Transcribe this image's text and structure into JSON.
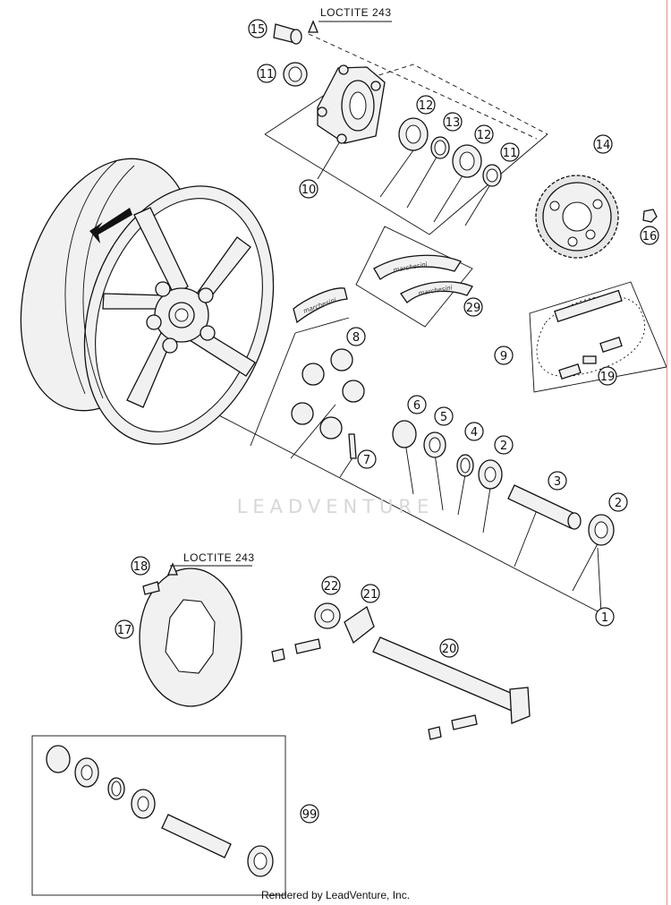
{
  "loctite": {
    "upper": "LOCTITE 243",
    "lower": "LOCTITE 243"
  },
  "callouts": [
    "15",
    "11",
    "10",
    "12",
    "13",
    "12",
    "11",
    "14",
    "16",
    "29",
    "9",
    "19",
    "8",
    "7",
    "6",
    "5",
    "4",
    "2",
    "3",
    "2",
    "1",
    "18",
    "17",
    "22",
    "21",
    "20",
    "99"
  ],
  "decals": [
    "marchesini",
    "marchesini",
    "marchesini"
  ],
  "watermark": "LEADVENTURE",
  "footer": "Rendered by LeadVenture, Inc."
}
